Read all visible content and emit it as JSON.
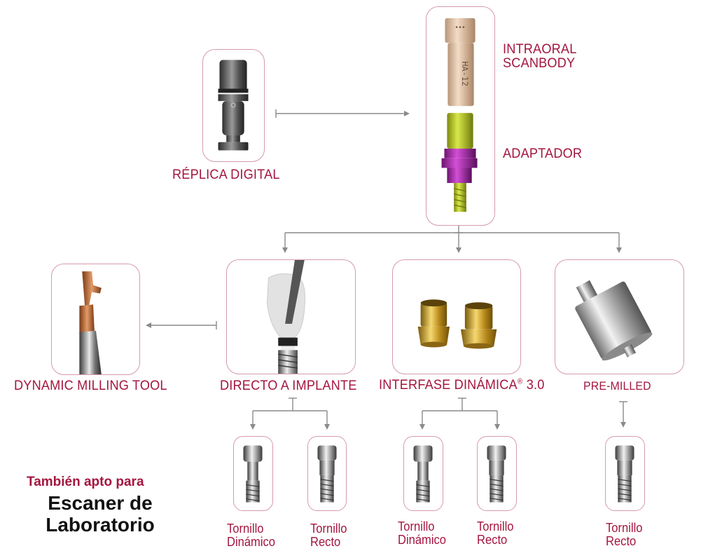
{
  "nodes": {
    "replica_digital": "RÉPLICA DIGITAL",
    "intraoral_scanbody_1": "INTRAORAL",
    "intraoral_scanbody_2": "SCANBODY",
    "adaptador": "ADAPTADOR",
    "dynamic_milling_tool": "DYNAMIC MILLING TOOL",
    "directo_a_implante": "DIRECTO A IMPLANTE",
    "interfase_dinamica": "INTERFASE DINÁMICA",
    "interfase_dinamica_mark": "®",
    "interfase_dinamica_version": "3.0",
    "pre_milled": "PRE-MILLED"
  },
  "screws": {
    "tornillo": "Tornillo",
    "dinamico": "Dinámico",
    "recto": "Recto"
  },
  "scanbody_engraving": "HA-12",
  "note": {
    "line1": "También apto para",
    "line2": "Escaner de",
    "line3": "Laboratorio"
  },
  "colors": {
    "accent": "#a4153f",
    "box_border": "#d69aac",
    "connector": "#8a8a8a"
  }
}
